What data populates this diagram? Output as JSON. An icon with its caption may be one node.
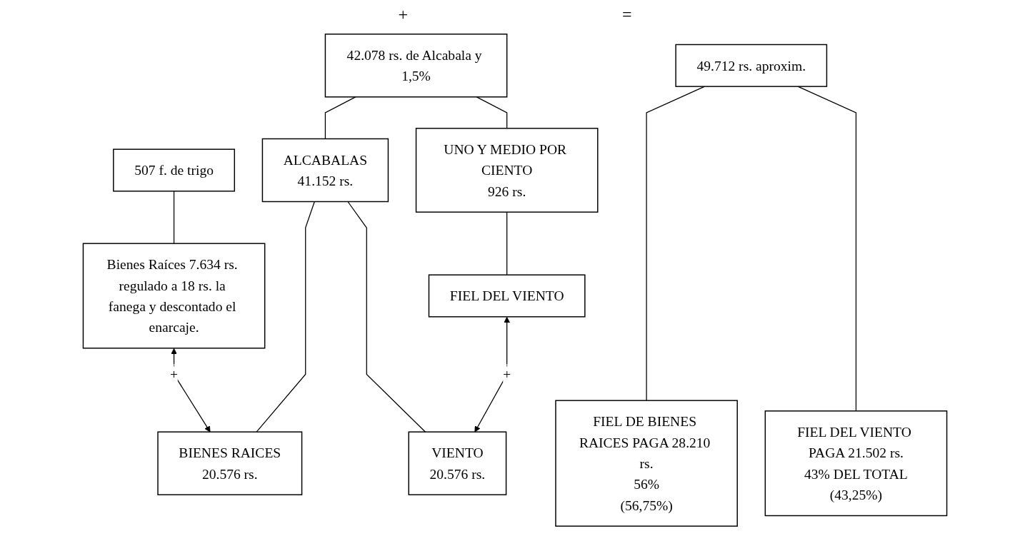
{
  "diagram": {
    "nodes": [
      {
        "text": [
          "42.078 rs. de Alcabala y 1,5%"
        ]
      },
      {
        "text": [
          "507 f. de trigo"
        ]
      },
      {
        "text": [
          "49.712 rs. aproxim."
        ]
      },
      {
        "text": [
          "UNO Y MEDIO POR CIENTO",
          "926 rs."
        ]
      },
      {
        "text": [
          "ALCABALAS",
          "41.152 rs."
        ]
      },
      {
        "text": [
          "Bienes Raíces 7.634 rs. regulado a 18 rs. la fanega y descontado el enarcaje."
        ]
      },
      {
        "text": [
          "FIEL DEL VIENTO"
        ]
      },
      {
        "text": [
          "VIENTO",
          "20.576 rs."
        ]
      },
      {
        "text": [
          "BIENES RAICES",
          "20.576 rs."
        ]
      },
      {
        "text": [
          "FIEL DEL VIENTO PAGA 21.502 rs.",
          "43% DEL TOTAL",
          "(43,25%)"
        ]
      },
      {
        "text": [
          "FIEL DE BIENES RAICES PAGA 28.210 rs.",
          "56%",
          "(56,75%)"
        ]
      }
    ],
    "edges": [
      {
        "from": 0,
        "to": 3,
        "arrow": "none"
      },
      {
        "from": 0,
        "to": 4,
        "arrow": "none"
      },
      {
        "from": 1,
        "to": 5,
        "arrow": "none"
      },
      {
        "from": 2,
        "to": 9,
        "arrow": "none"
      },
      {
        "from": 2,
        "to": 10,
        "arrow": "none"
      },
      {
        "from": 3,
        "to": 6,
        "arrow": "none"
      },
      {
        "from": 4,
        "to": 7,
        "arrow": "none"
      },
      {
        "from": 4,
        "to": 8,
        "arrow": "none"
      },
      {
        "from": 6,
        "to": 7,
        "arrow": "both",
        "label": "+"
      },
      {
        "from": 5,
        "to": 8,
        "arrow": "both",
        "label": "+"
      }
    ],
    "labels": [
      "+",
      "="
    ]
  }
}
